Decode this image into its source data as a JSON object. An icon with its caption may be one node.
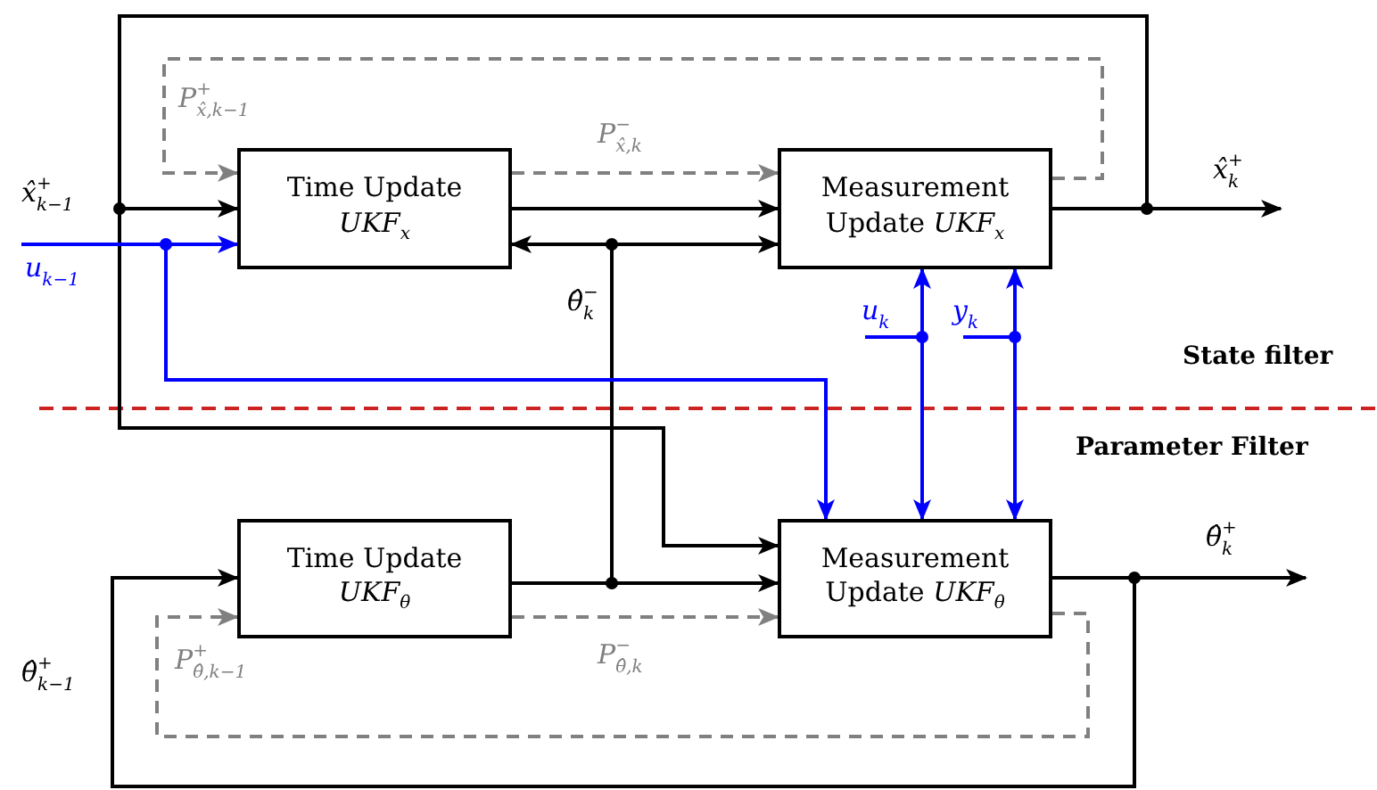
{
  "diagram": {
    "nodes": [
      {
        "text": [
          "Time Update",
          "*UKF*$_{x}$"
        ]
      },
      {
        "text": [
          "Measurement Update *UKF*$_{x}$"
        ]
      },
      {
        "text": [
          "Time Update",
          "*UKF*$_{θ}$"
        ]
      },
      {
        "text": [
          "Measurement Update *UKF*$_{θ}$"
        ]
      }
    ],
    "edges": [
      {
        "from": 0,
        "to": 1,
        "arrow": "to"
      },
      {
        "from": 2,
        "to": 0,
        "arrow": "to",
        "label": "*θ̂*$^{−}$$_{k}$"
      },
      {
        "from": 2,
        "to": 1,
        "arrow": "to"
      },
      {
        "from": 2,
        "to": 3,
        "arrow": "to"
      },
      {
        "from": 0,
        "to": 1,
        "arrow": "to",
        "style": "dashed",
        "color": "#808080",
        "label": "*P*$^{−}$$_{x̂,k}$"
      },
      {
        "from": 1,
        "to": 0,
        "arrow": "to",
        "style": "dashed",
        "color": "#808080",
        "label": "*P*$^{+}$$_{x̂,k−1}$"
      },
      {
        "from": 1,
        "to": null,
        "arrow": "to",
        "label": "*x̂*$^{+}$$_{k}$"
      },
      {
        "from": 1,
        "to": 0,
        "arrow": "to",
        "label": "*x̂*$^{+}$$_{k−1}$"
      },
      {
        "from": 1,
        "to": 3,
        "arrow": "to"
      },
      {
        "from": 2,
        "to": 3,
        "arrow": "to",
        "style": "dashed",
        "color": "#808080",
        "label": "*P*$^{−}$$_{θ̂,k}$"
      },
      {
        "from": 3,
        "to": 2,
        "arrow": "to",
        "style": "dashed",
        "color": "#808080",
        "label": "*P*$^{+}$$_{θ̂,k−1}$"
      },
      {
        "from": 3,
        "to": null,
        "arrow": "to",
        "label": "*θ̂*$^{+}$$_{k}$"
      },
      {
        "from": 3,
        "to": 2,
        "arrow": "to",
        "label": "*θ̂*$^{+}$$_{k−1}$"
      },
      {
        "from": null,
        "to": 0,
        "arrow": "to",
        "color": "#0000ff",
        "label": "*u*$_{k−1}$"
      },
      {
        "from": null,
        "to": 3,
        "arrow": "to",
        "color": "#0000ff"
      },
      {
        "from": null,
        "to": 1,
        "arrow": "to",
        "color": "#0000ff",
        "label": "*u*$_{k}$"
      },
      {
        "from": null,
        "to": 3,
        "arrow": "to",
        "color": "#0000ff"
      },
      {
        "from": null,
        "to": 1,
        "arrow": "to",
        "color": "#0000ff",
        "label": "*y*$_{k}$"
      },
      {
        "from": null,
        "to": 3,
        "arrow": "to",
        "color": "#0000ff"
      }
    ],
    "labels": [
      "State filter",
      "Parameter Filter"
    ]
  }
}
